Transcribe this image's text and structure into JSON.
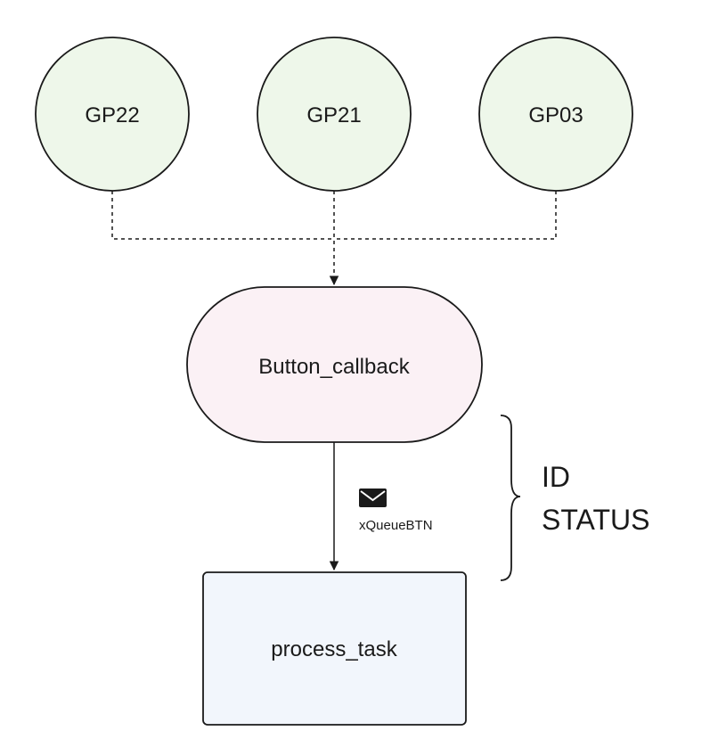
{
  "diagram": {
    "gpio_nodes": [
      {
        "label": "GP22"
      },
      {
        "label": "GP21"
      },
      {
        "label": "GP03"
      }
    ],
    "callback": {
      "label": "Button_callback"
    },
    "queue": {
      "label": "xQueueBTN",
      "icon": "envelope-icon"
    },
    "task": {
      "label": "process_task"
    },
    "message_fields": {
      "line1": "ID",
      "line2": "STATUS"
    }
  },
  "colors": {
    "gpio_fill": "#eef7ea",
    "callback_fill": "#fbf1f5",
    "task_fill": "#f2f6fc",
    "stroke": "#1a1a1a"
  }
}
